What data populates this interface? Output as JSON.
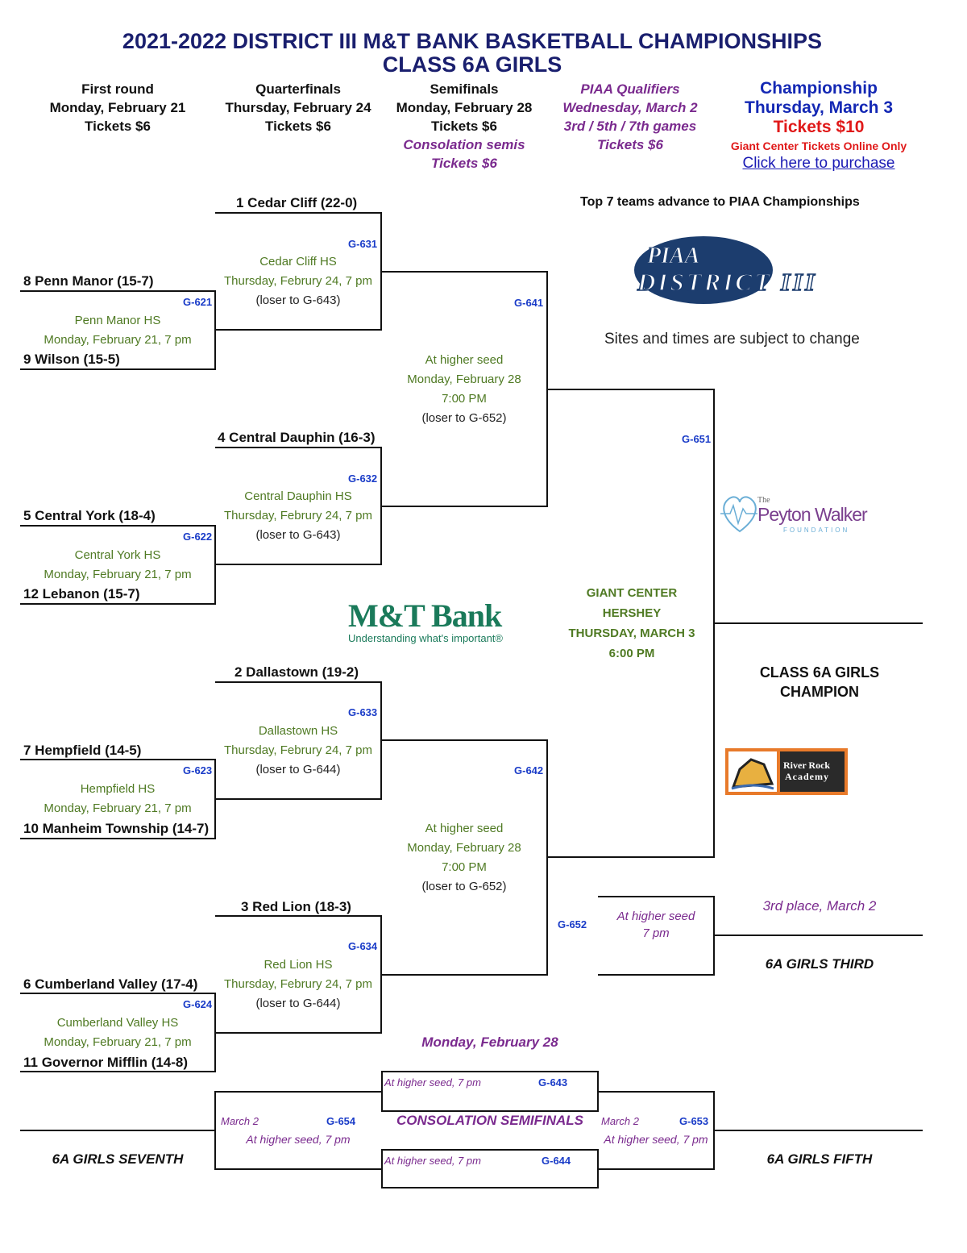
{
  "header": {
    "title_line1": "2021-2022 DISTRICT III M&T BANK BASKETBALL CHAMPIONSHIPS",
    "title_line2": "CLASS 6A GIRLS"
  },
  "rounds": {
    "first": {
      "name": "First round",
      "date": "Monday, February 21",
      "tickets": "Tickets $6"
    },
    "quarter": {
      "name": "Quarterfinals",
      "date": "Thursday, February 24",
      "tickets": "Tickets $6"
    },
    "semi": {
      "name": "Semifinals",
      "date": "Monday, February 28",
      "tickets": "Tickets $6",
      "consolation": "Consolation semis",
      "consolation_tickets": "Tickets $6"
    },
    "qualifiers": {
      "name": "PIAA Qualifiers",
      "date": "Wednesday, March 2",
      "games": "3rd / 5th / 7th  games",
      "tickets": "Tickets $6"
    },
    "championship": {
      "name": "Championship",
      "date": "Thursday, March 3",
      "tickets": "Tickets $10",
      "note": "Giant Center Tickets Online Only",
      "link": "Click here to purchase"
    }
  },
  "notes": {
    "advance": "Top 7 teams advance to PIAA Championships",
    "subject": "Sites and times are subject to change"
  },
  "logos": {
    "piaa_top": "PIAA",
    "piaa_bottom": "DISTRICT III",
    "peyton_the": "The",
    "peyton_name": "Peyton Walker",
    "peyton_foundation": "FOUNDATION",
    "mt_name": "M&T Bank",
    "mt_tag": "Understanding what's important®",
    "river_rock": "River Rock",
    "river_academy": "Academy"
  },
  "teams": {
    "t1": "1 Cedar Cliff (22-0)",
    "t8": "8 Penn Manor (15-7)",
    "t9": "9 Wilson (15-5)",
    "t4": "4 Central Dauphin (16-3)",
    "t5": "5 Central York (18-4)",
    "t12": "12 Lebanon (15-7)",
    "t2": "2 Dallastown (19-2)",
    "t7": "7 Hempfield (14-5)",
    "t10": "10 Manheim Township (14-7)",
    "t3": "3 Red Lion (18-3)",
    "t6": "6 Cumberland Valley (17-4)",
    "t11": "11 Governor Mifflin (14-8)"
  },
  "games": {
    "g621": {
      "id": "G-621",
      "site": "Penn Manor HS",
      "time": "Monday, February 21, 7 pm"
    },
    "g622": {
      "id": "G-622",
      "site": "Central York HS",
      "time": "Monday, February 21, 7 pm"
    },
    "g623": {
      "id": "G-623",
      "site": "Hempfield HS",
      "time": "Monday, February 21, 7 pm"
    },
    "g624": {
      "id": "G-624",
      "site": "Cumberland Valley HS",
      "time": "Monday, February 21, 7 pm"
    },
    "g631": {
      "id": "G-631",
      "site": "Cedar Cliff HS",
      "time": "Thursday, Februry 24, 7 pm",
      "loser": "(loser to G-643)"
    },
    "g632": {
      "id": "G-632",
      "site": "Central Dauphin HS",
      "time": "Thursday, Februry 24, 7 pm",
      "loser": "(loser to G-643)"
    },
    "g633": {
      "id": "G-633",
      "site": "Dallastown HS",
      "time": "Thursday, Februry 24, 7 pm",
      "loser": "(loser to G-644)"
    },
    "g634": {
      "id": "G-634",
      "site": "Red Lion HS",
      "time": "Thursday, Februry 24, 7 pm",
      "loser": "(loser to G-644)"
    },
    "g641": {
      "id": "G-641",
      "site": "At higher seed",
      "date": "Monday, February 28",
      "time": "7:00 PM",
      "loser": "(loser to G-652)"
    },
    "g642": {
      "id": "G-642",
      "site": "At higher seed",
      "date": "Monday, February 28",
      "time": "7:00 PM",
      "loser": "(loser to G-652)"
    },
    "g651": {
      "id": "G-651",
      "venue": "GIANT CENTER",
      "city": "HERSHEY",
      "date": "THURSDAY, MARCH 3",
      "time": "6:00 PM"
    },
    "g652": {
      "id": "G-652",
      "site": "At higher seed",
      "time": "7 pm"
    },
    "g643": {
      "id": "G-643",
      "site": "At higher seed, 7 pm"
    },
    "g644": {
      "id": "G-644",
      "site": "At higher seed, 7 pm"
    },
    "g653": {
      "id": "G-653",
      "date": "March 2",
      "site": "At higher seed, 7 pm"
    },
    "g654": {
      "id": "G-654",
      "date": "March 2",
      "site": "At higher seed, 7 pm"
    }
  },
  "results": {
    "champion_line1": "CLASS 6A GIRLS",
    "champion_line2": "CHAMPION",
    "third_place_date": "3rd place, March 2",
    "third": "6A GIRLS THIRD",
    "fifth": "6A GIRLS FIFTH",
    "seventh": "6A GIRLS SEVENTH"
  },
  "consolation": {
    "date": "Monday, February 28",
    "title": "CONSOLATION SEMIFINALS"
  }
}
